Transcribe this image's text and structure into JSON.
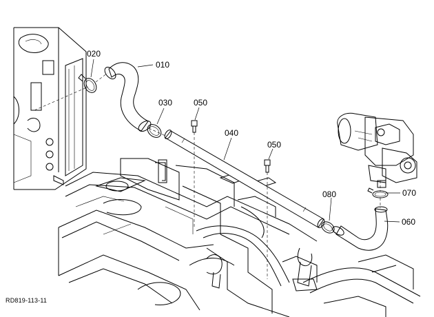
{
  "diagram": {
    "drawing_code": "RD819-113-11",
    "callouts": {
      "p010": "010",
      "p020": "020",
      "p030": "030",
      "p040": "040",
      "p050a": "050",
      "p050b": "050",
      "p060": "060",
      "p070": "070",
      "p080": "080"
    }
  }
}
